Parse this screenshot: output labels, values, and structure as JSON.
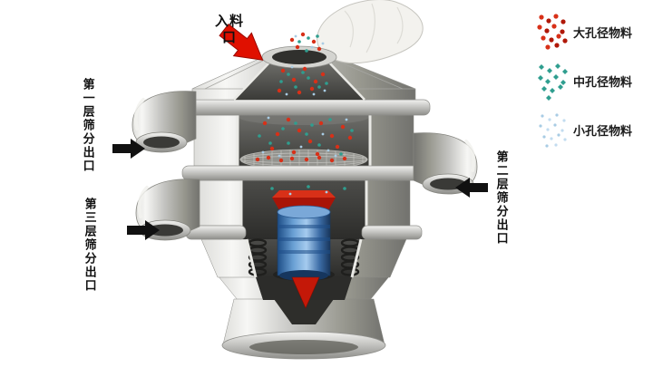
{
  "labels": {
    "inlet": "入料口",
    "outlet_layer1": "第一层筛分出口",
    "outlet_layer2": "第二层筛分出口",
    "outlet_layer3": "第三层筛分出口"
  },
  "legend": {
    "items": [
      {
        "label": "大孔径物料",
        "color": "#d83018"
      },
      {
        "label": "中孔径物料",
        "color": "#2f9e8f"
      },
      {
        "label": "小孔径物料",
        "color": "#a8cce4"
      }
    ]
  },
  "colors": {
    "inlet_arrow": "#e01000",
    "outlet_arrows": "#111111",
    "motor": "#3a77b8",
    "machine_metal": "#c3c3c0"
  }
}
